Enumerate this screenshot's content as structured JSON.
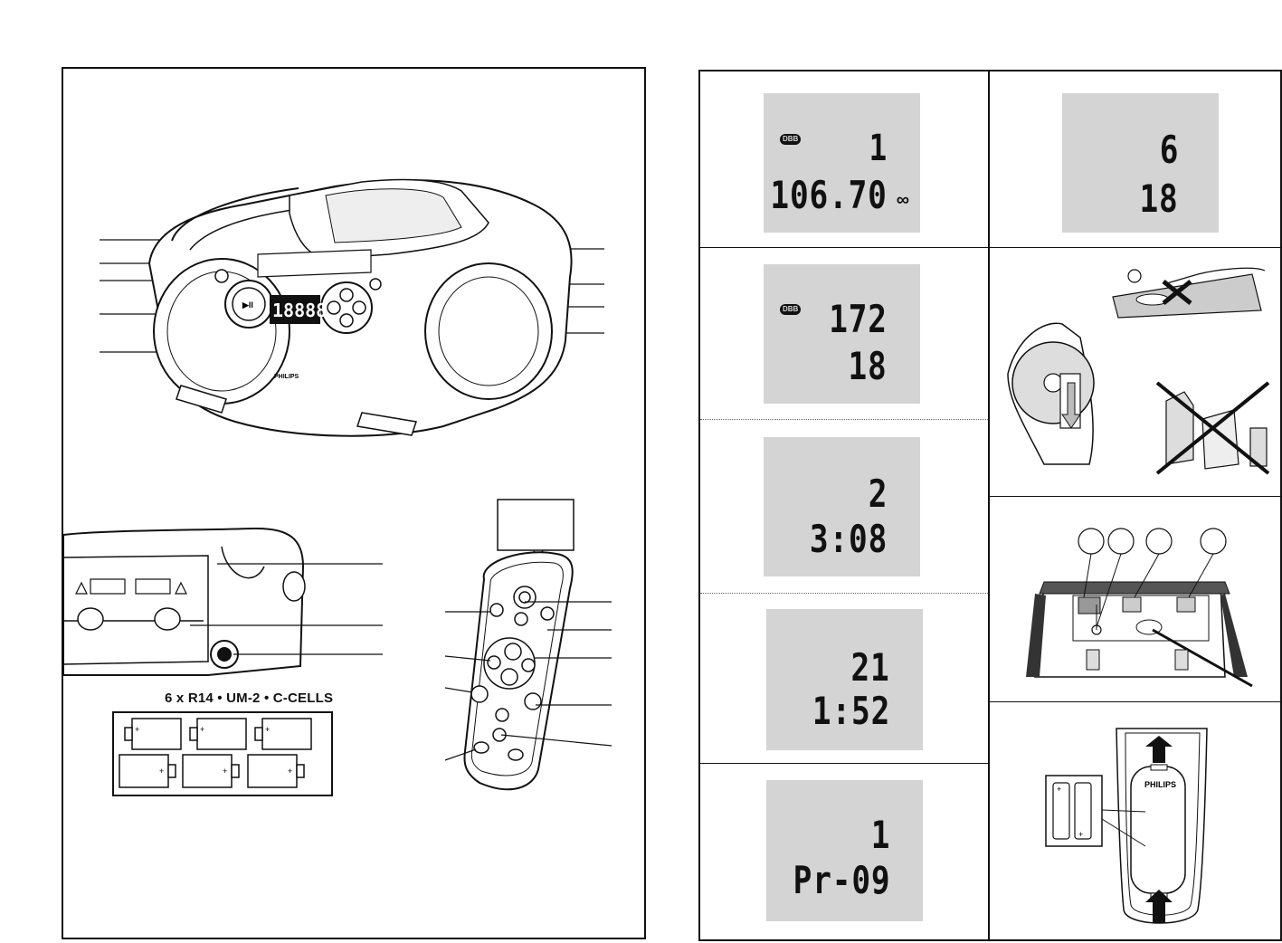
{
  "left_page": {
    "battery_label": "6 x R14 • UM-2 • C-CELLS",
    "brand_main_unit": "PHILIPS",
    "main_unit_display": "18888",
    "battery_polarity": "+",
    "play_pause_symbol": "▶II"
  },
  "right_page": {
    "displays": [
      {
        "indicator": "DBB",
        "top": "1",
        "bottom": "106.70",
        "suffix": "∞"
      },
      {
        "indicator": "",
        "top": "6",
        "bottom": "18",
        "suffix": ""
      },
      {
        "indicator": "DBB",
        "top": "172",
        "bottom": "18",
        "suffix": ""
      },
      {
        "indicator": "",
        "top": "2",
        "bottom": "3:08",
        "suffix": ""
      },
      {
        "indicator": "",
        "top": "21",
        "bottom": "1:52",
        "suffix": ""
      },
      {
        "indicator": "",
        "top": "1",
        "bottom": "Pr-09",
        "suffix": ""
      }
    ],
    "remote_brand": "PHILIPS",
    "battery_polarity": "+"
  }
}
